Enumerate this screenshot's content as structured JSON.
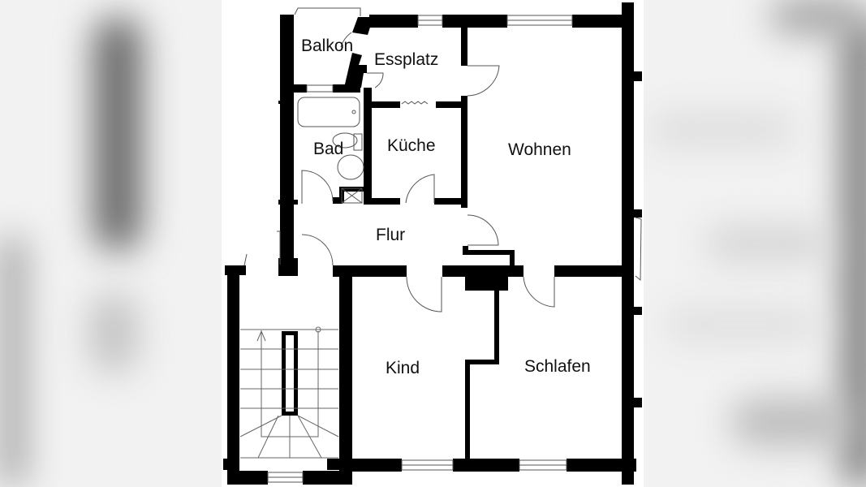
{
  "floor_plan": {
    "background_color": "#f2f2f2",
    "wall_color": "#000000",
    "rooms": [
      {
        "id": "balkon",
        "label": "Balkon"
      },
      {
        "id": "essplatz",
        "label": "Essplatz"
      },
      {
        "id": "bad",
        "label": "Bad"
      },
      {
        "id": "kueche",
        "label": "Küche"
      },
      {
        "id": "wohnen",
        "label": "Wohnen"
      },
      {
        "id": "flur",
        "label": "Flur"
      },
      {
        "id": "kind",
        "label": "Kind"
      },
      {
        "id": "schlafen",
        "label": "Schlafen"
      }
    ]
  }
}
